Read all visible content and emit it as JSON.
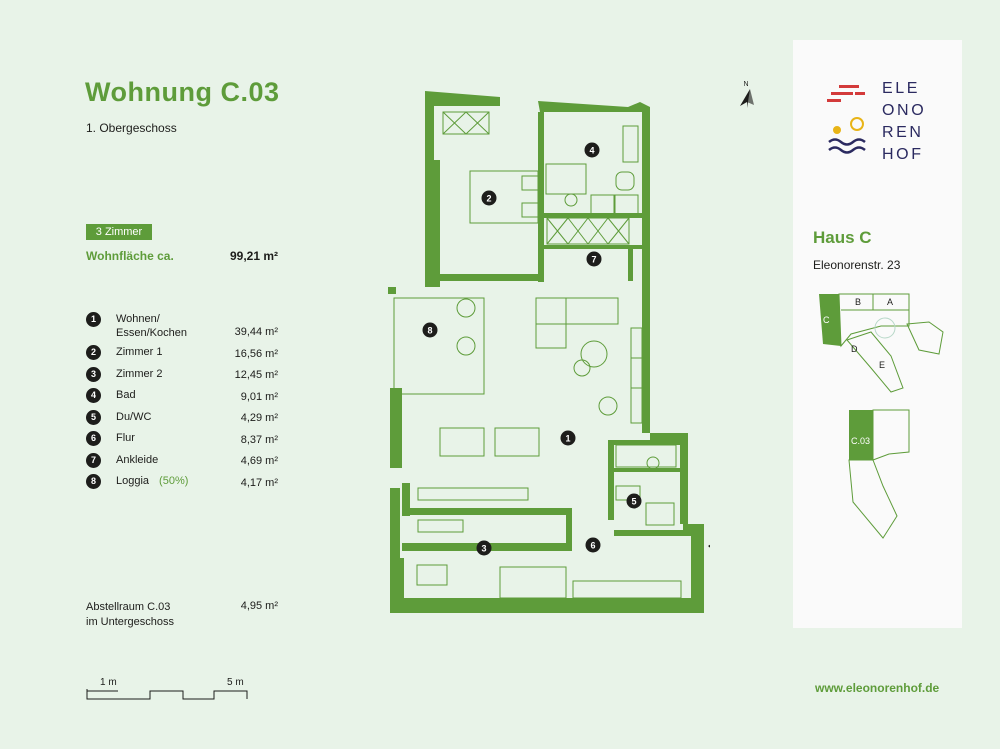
{
  "title": "Wohnung C.03",
  "floor": "1. Obergeschoss",
  "rooms_badge": "3 Zimmer",
  "living_area": {
    "label": "Wohnfläche ca.",
    "value": "99,21 m²"
  },
  "rooms": [
    {
      "num": "1",
      "name": "Wohnen/\nEssen/Kochen",
      "value": "39,44 m²"
    },
    {
      "num": "2",
      "name": "Zimmer 1",
      "value": "16,56 m²"
    },
    {
      "num": "3",
      "name": "Zimmer 2",
      "value": "12,45 m²"
    },
    {
      "num": "4",
      "name": "Bad",
      "value": "9,01 m²"
    },
    {
      "num": "5",
      "name": "Du/WC",
      "value": "4,29 m²"
    },
    {
      "num": "6",
      "name": "Flur",
      "value": "8,37 m²"
    },
    {
      "num": "7",
      "name": "Ankleide",
      "value": "4,69 m²"
    },
    {
      "num": "8",
      "name": "Loggia",
      "note": "(50%)",
      "value": "4,17 m²"
    }
  ],
  "storage": {
    "label_line1": "Abstellraum C.03",
    "label_line2": "im Untergeschoss",
    "value": "4,95 m²"
  },
  "scale": {
    "left": "1 m",
    "right": "5 m"
  },
  "website": "www.eleonorenhof.de",
  "compass": "N",
  "logo": {
    "line1": "ELE",
    "line2": "ONO",
    "line3": "REN",
    "line4": "HOF"
  },
  "house": {
    "name": "Haus C",
    "address": "Eleonorenstr. 23"
  },
  "site_plan": {
    "labels": [
      "A",
      "B",
      "C",
      "D",
      "E"
    ],
    "unit": "C.03"
  },
  "plan_markers": [
    "1",
    "2",
    "3",
    "4",
    "5",
    "6",
    "7",
    "8"
  ],
  "colors": {
    "accent": "#5e9c3a",
    "dark": "#1d1d1b",
    "background": "#e8f3e8",
    "logo_blue": "#2b2a60",
    "logo_red": "#d33a3a",
    "logo_yellow": "#e8b417"
  }
}
